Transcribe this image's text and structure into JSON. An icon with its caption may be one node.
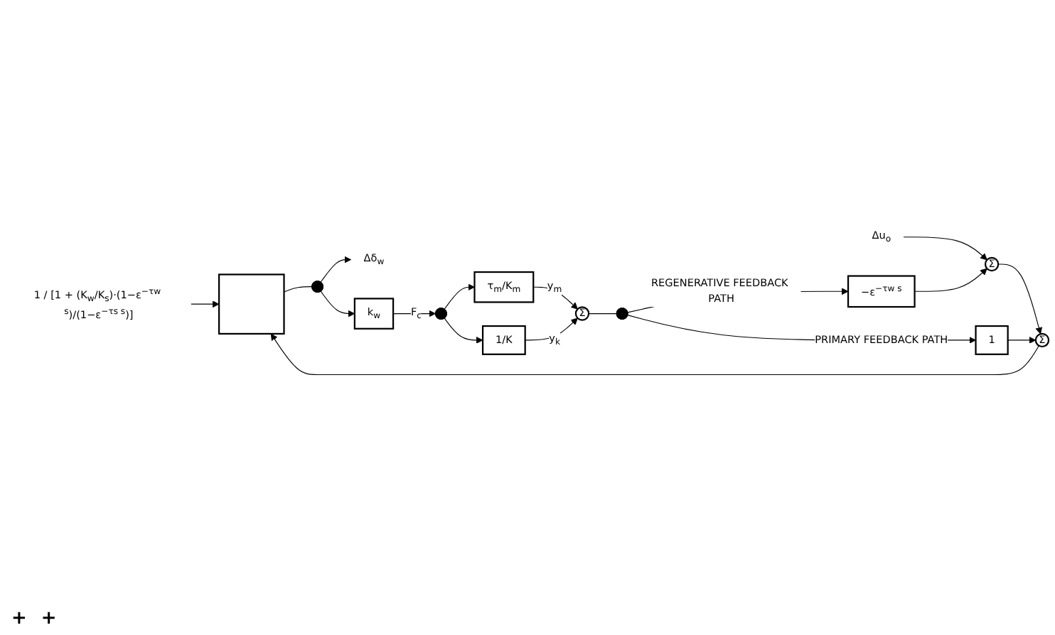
{
  "diagram": {
    "nodes": [
      {
        "text": [
          "1 / [1 + (K$_{w}$/K$_{s}$)·(1−ε$^{−τw s}$)/(1−ε$^{−τs s}$)]"
        ]
      },
      {
        "text": [
          "Δu$_{o}$"
        ]
      },
      {
        "text": [
          "Σ"
        ]
      },
      {
        "text": [
          "Σ"
        ]
      },
      {
        "text": [],
        "shape": "box"
      },
      {
        "text": [],
        "shape": "circle"
      },
      {
        "text": [
          "Δδ$_{w}$"
        ]
      },
      {
        "text": [
          "k$_{w}$"
        ]
      },
      {
        "text": [],
        "shape": "circle"
      },
      {
        "text": [
          "τ$_{m}$/K$_{m}$"
        ]
      },
      {
        "text": [
          "1/K"
        ]
      },
      {
        "text": [
          "Σ"
        ]
      },
      {
        "text": [],
        "shape": "circle"
      },
      {
        "text": [
          "1"
        ]
      },
      {
        "text": [
          "−ε$^{−τw s}$"
        ]
      }
    ],
    "edges": [
      {
        "from": 1,
        "to": 2,
        "arrow": "to"
      },
      {
        "from": 2,
        "to": 3,
        "arrow": "to"
      },
      {
        "from": 3,
        "to": 4,
        "arrow": "to"
      },
      {
        "from": 0,
        "to": 4,
        "arrow": "to"
      },
      {
        "from": 4,
        "to": 5,
        "arrow": "none"
      },
      {
        "from": 5,
        "to": 6,
        "arrow": "to"
      },
      {
        "from": 5,
        "to": 7,
        "arrow": "to"
      },
      {
        "from": 7,
        "to": 8,
        "arrow": "to",
        "label": "F$_{c}$"
      },
      {
        "from": 8,
        "to": 9,
        "arrow": "to"
      },
      {
        "from": 8,
        "to": 10,
        "arrow": "to"
      },
      {
        "from": 9,
        "to": 11,
        "arrow": "to",
        "label": "y$_{m}$"
      },
      {
        "from": 10,
        "to": 11,
        "arrow": "to",
        "label": "y$_{k}$"
      },
      {
        "from": 11,
        "to": 12,
        "arrow": "none"
      },
      {
        "from": 12,
        "to": 13,
        "arrow": "to",
        "label": "PRIMARY FEEDBACK PATH"
      },
      {
        "from": 13,
        "to": 3,
        "arrow": "to"
      },
      {
        "from": 12,
        "to": 14,
        "arrow": "to",
        "label": "REGENERATIVE FEEDBACK PATH"
      },
      {
        "from": 14,
        "to": 2,
        "arrow": "to"
      }
    ],
    "labels": [
      "+",
      "+"
    ]
  }
}
